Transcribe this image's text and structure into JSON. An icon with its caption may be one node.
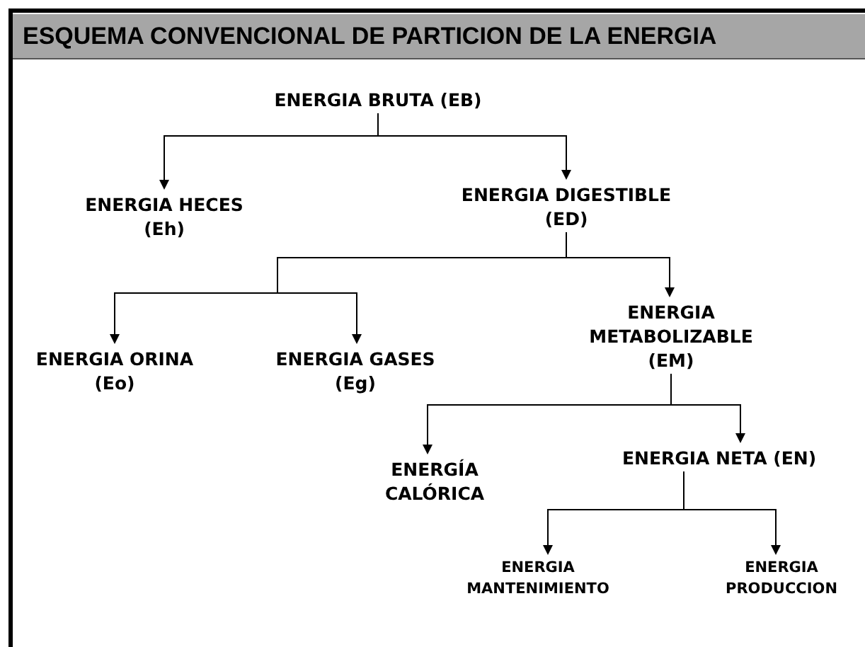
{
  "diagram": {
    "title": "ESQUEMA CONVENCIONAL DE PARTICION DE LA ENERGIA",
    "nodes": [
      {
        "text": [
          "ENERGIA BRUTA (EB)"
        ]
      },
      {
        "text": [
          "ENERGIA HECES (Eh)"
        ]
      },
      {
        "text": [
          "ENERGIA DIGESTIBLE (ED)"
        ]
      },
      {
        "text": [
          "ENERGIA ORINA (Eo)"
        ]
      },
      {
        "text": [
          "ENERGIA GASES (Eg)"
        ]
      },
      {
        "text": [
          "ENERGIA METABOLIZABLE (EM)"
        ]
      },
      {
        "text": [
          "ENERGÍA CALÓRICA"
        ]
      },
      {
        "text": [
          "ENERGIA NETA (EN)"
        ]
      },
      {
        "text": [
          "ENERGIA MANTENIMIENTO"
        ]
      },
      {
        "text": [
          "ENERGIA PRODUCCION"
        ]
      }
    ],
    "edges": [
      {
        "from": 0,
        "to": 1,
        "arrow": "to"
      },
      {
        "from": 0,
        "to": 2,
        "arrow": "to"
      },
      {
        "from": 2,
        "to": 3,
        "arrow": "to"
      },
      {
        "from": 2,
        "to": 4,
        "arrow": "to"
      },
      {
        "from": 2,
        "to": 5,
        "arrow": "to"
      },
      {
        "from": 5,
        "to": 6,
        "arrow": "to"
      },
      {
        "from": 5,
        "to": 7,
        "arrow": "to"
      },
      {
        "from": 7,
        "to": 8,
        "arrow": "to"
      },
      {
        "from": 7,
        "to": 9,
        "arrow": "to"
      }
    ]
  }
}
